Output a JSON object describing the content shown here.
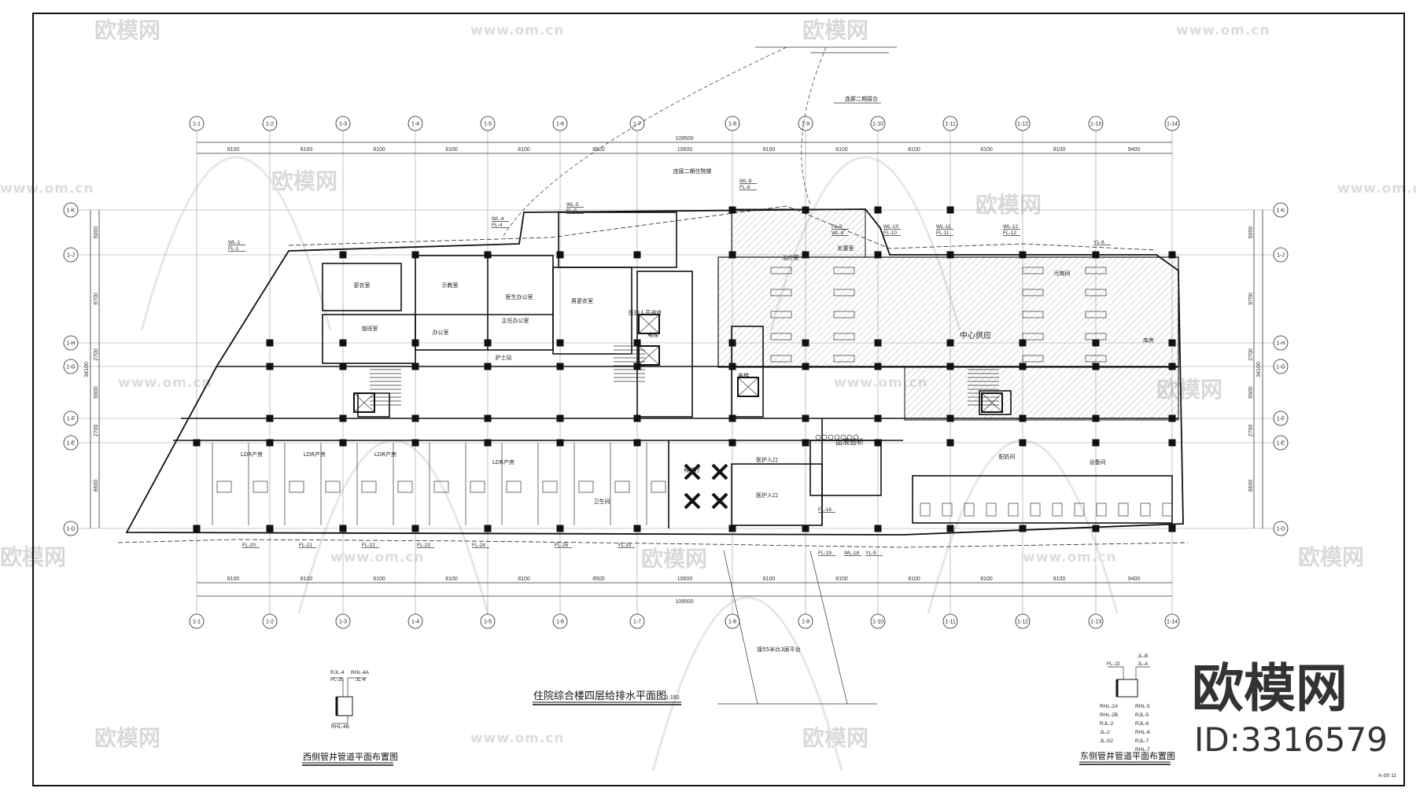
{
  "drawing": {
    "main_title": "住院综合楼四层给排水平面图",
    "scale": "1:150",
    "west_shaft_title": "西侧管井管道平面布置图",
    "east_shaft_title": "东侧管井管道平面布置图",
    "sheet_no": "A-S0 11",
    "overall_dimension": "109500",
    "column_axes": [
      "1-1",
      "1-2",
      "1-3",
      "1-4",
      "1-5",
      "1-6",
      "1-7",
      "1-8",
      "1-9",
      "1-10",
      "1-11",
      "1-12",
      "1-13",
      "1-14"
    ],
    "column_spacings": [
      "8100",
      "8100",
      "8100",
      "8100",
      "8100",
      "8500",
      "10600",
      "8100",
      "8100",
      "8100",
      "8100",
      "8100",
      "9400"
    ],
    "row_axes": [
      "1-K",
      "1-J",
      "1-H",
      "1-G",
      "1-F",
      "1-E",
      "1-D"
    ],
    "row_spacings": [
      "5000",
      "9700",
      "2700",
      "5500",
      "2700",
      "8600"
    ],
    "row_total": "34100",
    "notes": {
      "link_corridor": "连廊二期接合",
      "platform": "接55米比3层平台",
      "future": "连接二期住院楼"
    },
    "rooms": [
      "值班室",
      "更衣室",
      "示教室",
      "医生办公室",
      "办公室",
      "主任办公室",
      "护士站",
      "男更衣室",
      "医护人员通道",
      "中心供应",
      "污物间",
      "库房",
      "血液透析",
      "医护入口",
      "LDR产房",
      "候梯厅",
      "设备间",
      "配奶间",
      "治疗室",
      "处置室",
      "卫生间",
      "电梯"
    ],
    "pipe_labels": [
      "WL-1",
      "FL-1",
      "WL-4",
      "FL-4",
      "WL-5",
      "FL-5",
      "WL-8",
      "FL-8",
      "FL-9",
      "WL-9",
      "WL-10",
      "FL-10",
      "WL-11",
      "FL-11",
      "WL-12",
      "FL-12",
      "YL-6",
      "FL-16",
      "FL-19",
      "WL-18",
      "YL-9",
      "FL-20",
      "FL-21",
      "FL-22",
      "FL-23",
      "FL-24",
      "YL-10",
      "FL-26"
    ],
    "west_shaft_labels": [
      "RJL-4",
      "RHL-4A",
      "FL-JL",
      "JL-4",
      "RHL-4B"
    ],
    "east_shaft_labels": [
      "FL-J2",
      "JL-B",
      "JL-A",
      "RHL-2A",
      "RHL-2B",
      "RJL-2",
      "JL-2",
      "JL-S2",
      "RHL-5",
      "RJL-5",
      "RJL-6",
      "RHL-6",
      "RJL-7",
      "RHL-7"
    ]
  },
  "watermark": {
    "brand": "欧模网",
    "url": "www.om.cn",
    "id": "ID:3316579"
  },
  "colors": {
    "line": "#111111",
    "watermark": "#d9d9d9",
    "stamp": "#333333"
  }
}
